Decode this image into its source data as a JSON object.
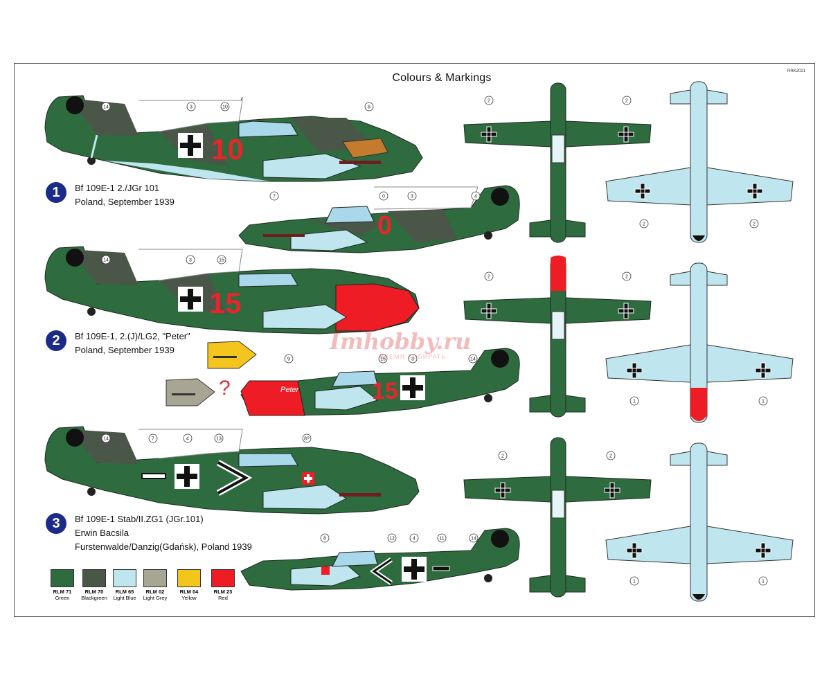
{
  "header": {
    "title": "Colours & Markings",
    "code": "RRK2021"
  },
  "schemes": [
    {
      "number": "1",
      "line1": "Bf 109E-1 2./JGr 101",
      "line2": "Poland, September 1939",
      "line3": "",
      "codes": "10"
    },
    {
      "number": "2",
      "line1": "Bf 109E-1, 2.(J)/LG2, \"Peter\"",
      "line2": "Poland, September 1939",
      "line3": "",
      "codes": "15",
      "nose_name": "Peter"
    },
    {
      "number": "3",
      "line1": "Bf 109E-1 Stab/II.ZG1 (JGr.101)",
      "line2": "Erwin Bacsila",
      "line3": "Furstenwalde/Danzig(Gdańsk), Poland 1939"
    }
  ],
  "question_mark": "?",
  "watermark": {
    "text": "Imhobby.ru",
    "sub": "ВРЕМЯ СОБИРАТЬ"
  },
  "callouts": {
    "s1_left": [
      "14",
      "3",
      "10",
      "6"
    ],
    "s1_right": [
      "7",
      "0",
      "3",
      "4"
    ],
    "s2_left": [
      "14",
      "3",
      "15"
    ],
    "s2_right": [
      "9",
      "15",
      "3",
      "14"
    ],
    "s3_left": [
      "14",
      "7",
      "4",
      "13",
      "8?"
    ],
    "s3_right": [
      "8",
      "12",
      "4",
      "11",
      "14"
    ],
    "top_views": [
      "2",
      "2",
      "2",
      "2",
      "2",
      "2"
    ],
    "bottom_views": [
      "2",
      "2",
      "1",
      "1",
      "1",
      "1"
    ]
  },
  "palette": [
    {
      "code": "RLM 71",
      "name": "Green",
      "color": "#2e6b3f"
    },
    {
      "code": "RLM 70",
      "name": "Blackgreen",
      "color": "#4a5648"
    },
    {
      "code": "RLM 65",
      "name": "Light Blue",
      "color": "#bfe5ef"
    },
    {
      "code": "RLM 02",
      "name": "Light Grey",
      "color": "#a8a594"
    },
    {
      "code": "RLM 04",
      "name": "Yellow",
      "color": "#f3c51d"
    },
    {
      "code": "RLM 23",
      "name": "Red",
      "color": "#ee1c24"
    }
  ]
}
